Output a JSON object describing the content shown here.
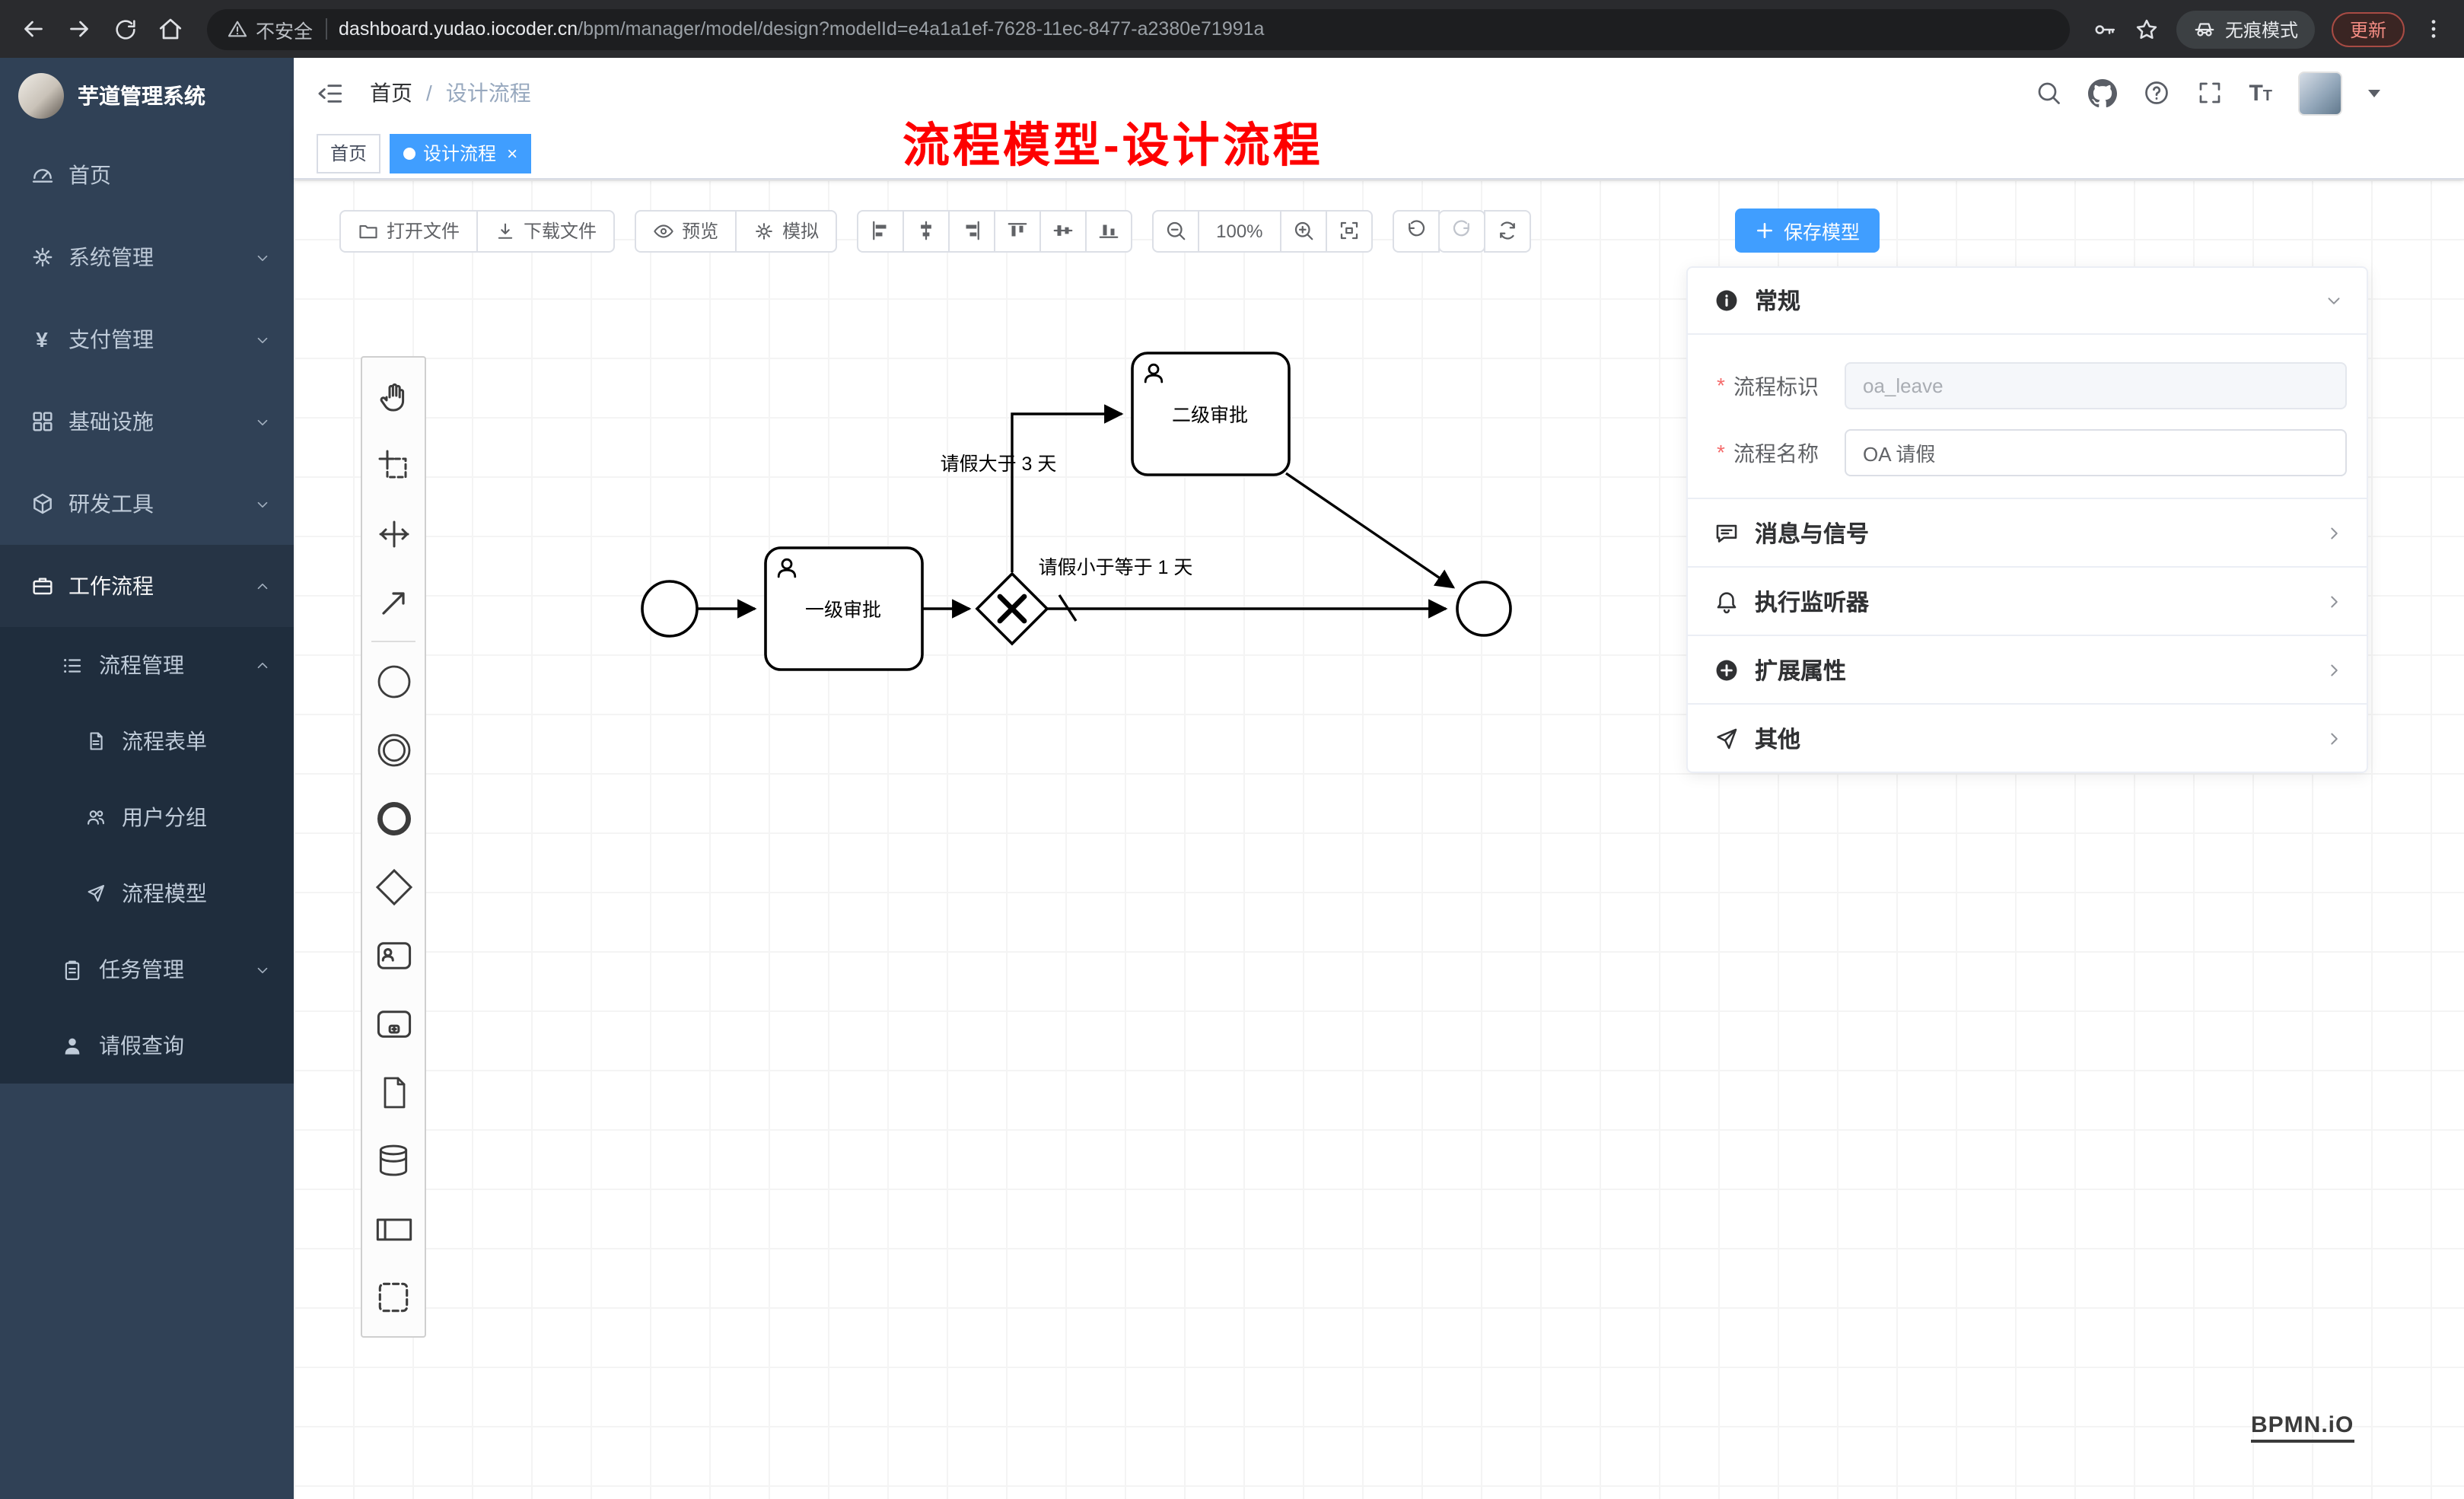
{
  "browser": {
    "security_label": "不安全",
    "url_domain": "dashboard.yudao.iocoder.cn",
    "url_path": "/bpm/manager/model/design?modelId=e4a1a1ef-7628-11ec-8477-a2380e71991a",
    "incognito_label": "无痕模式",
    "update_label": "更新"
  },
  "sidebar": {
    "title": "芋道管理系统",
    "items": [
      {
        "label": "首页"
      },
      {
        "label": "系统管理"
      },
      {
        "label": "支付管理"
      },
      {
        "label": "基础设施"
      },
      {
        "label": "研发工具"
      },
      {
        "label": "工作流程"
      },
      {
        "label": "流程管理"
      },
      {
        "label": "流程表单"
      },
      {
        "label": "用户分组"
      },
      {
        "label": "流程模型"
      },
      {
        "label": "任务管理"
      },
      {
        "label": "请假查询"
      }
    ]
  },
  "header": {
    "breadcrumb_home": "首页",
    "breadcrumb_sep": "/",
    "breadcrumb_current": "设计流程",
    "annotation": "流程模型-设计流程"
  },
  "tabs": {
    "home": "首页",
    "active": "设计流程",
    "close": "×"
  },
  "toolbar": {
    "open_file": "打开文件",
    "download_file": "下载文件",
    "preview": "预览",
    "simulate": "模拟",
    "zoom_level": "100%",
    "save_model": "保存模型"
  },
  "diagram": {
    "task1_label": "一级审批",
    "task2_label": "二级审批",
    "condition_gt": "请假大于 3 天",
    "condition_le": "请假小于等于 1 天"
  },
  "panel": {
    "general_title": "常规",
    "process_key_label": "流程标识",
    "process_key_value": "oa_leave",
    "process_name_label": "流程名称",
    "process_name_value": "OA 请假",
    "sections": [
      {
        "label": "消息与信号"
      },
      {
        "label": "执行监听器"
      },
      {
        "label": "扩展属性"
      },
      {
        "label": "其他"
      }
    ]
  },
  "watermark_label": "BPMN.iO",
  "colors": {
    "accent": "#409eff",
    "sidebar_bg": "#304156",
    "submenu_bg": "#1f2d3d",
    "annotation_red": "#fe0000",
    "update_red": "#f28b82"
  },
  "icons": [
    "back-icon",
    "forward-icon",
    "reload-icon",
    "home-icon",
    "warning-icon",
    "key-icon",
    "star-icon",
    "incognito-icon",
    "menu-dots-icon",
    "fold-icon",
    "search-icon",
    "github-icon",
    "question-icon",
    "fullscreen-icon",
    "font-size-icon",
    "avatar",
    "hand-tool-icon",
    "lasso-tool-icon",
    "space-tool-icon",
    "connect-tool-icon",
    "start-event-icon",
    "intermediate-event-icon",
    "end-event-icon",
    "gateway-icon",
    "user-task-icon",
    "subprocess-icon",
    "data-object-icon",
    "data-store-icon",
    "participant-icon",
    "group-icon",
    "info-icon",
    "message-icon",
    "bell-icon",
    "plus-circle-icon",
    "send-icon",
    "chevron-icons"
  ]
}
